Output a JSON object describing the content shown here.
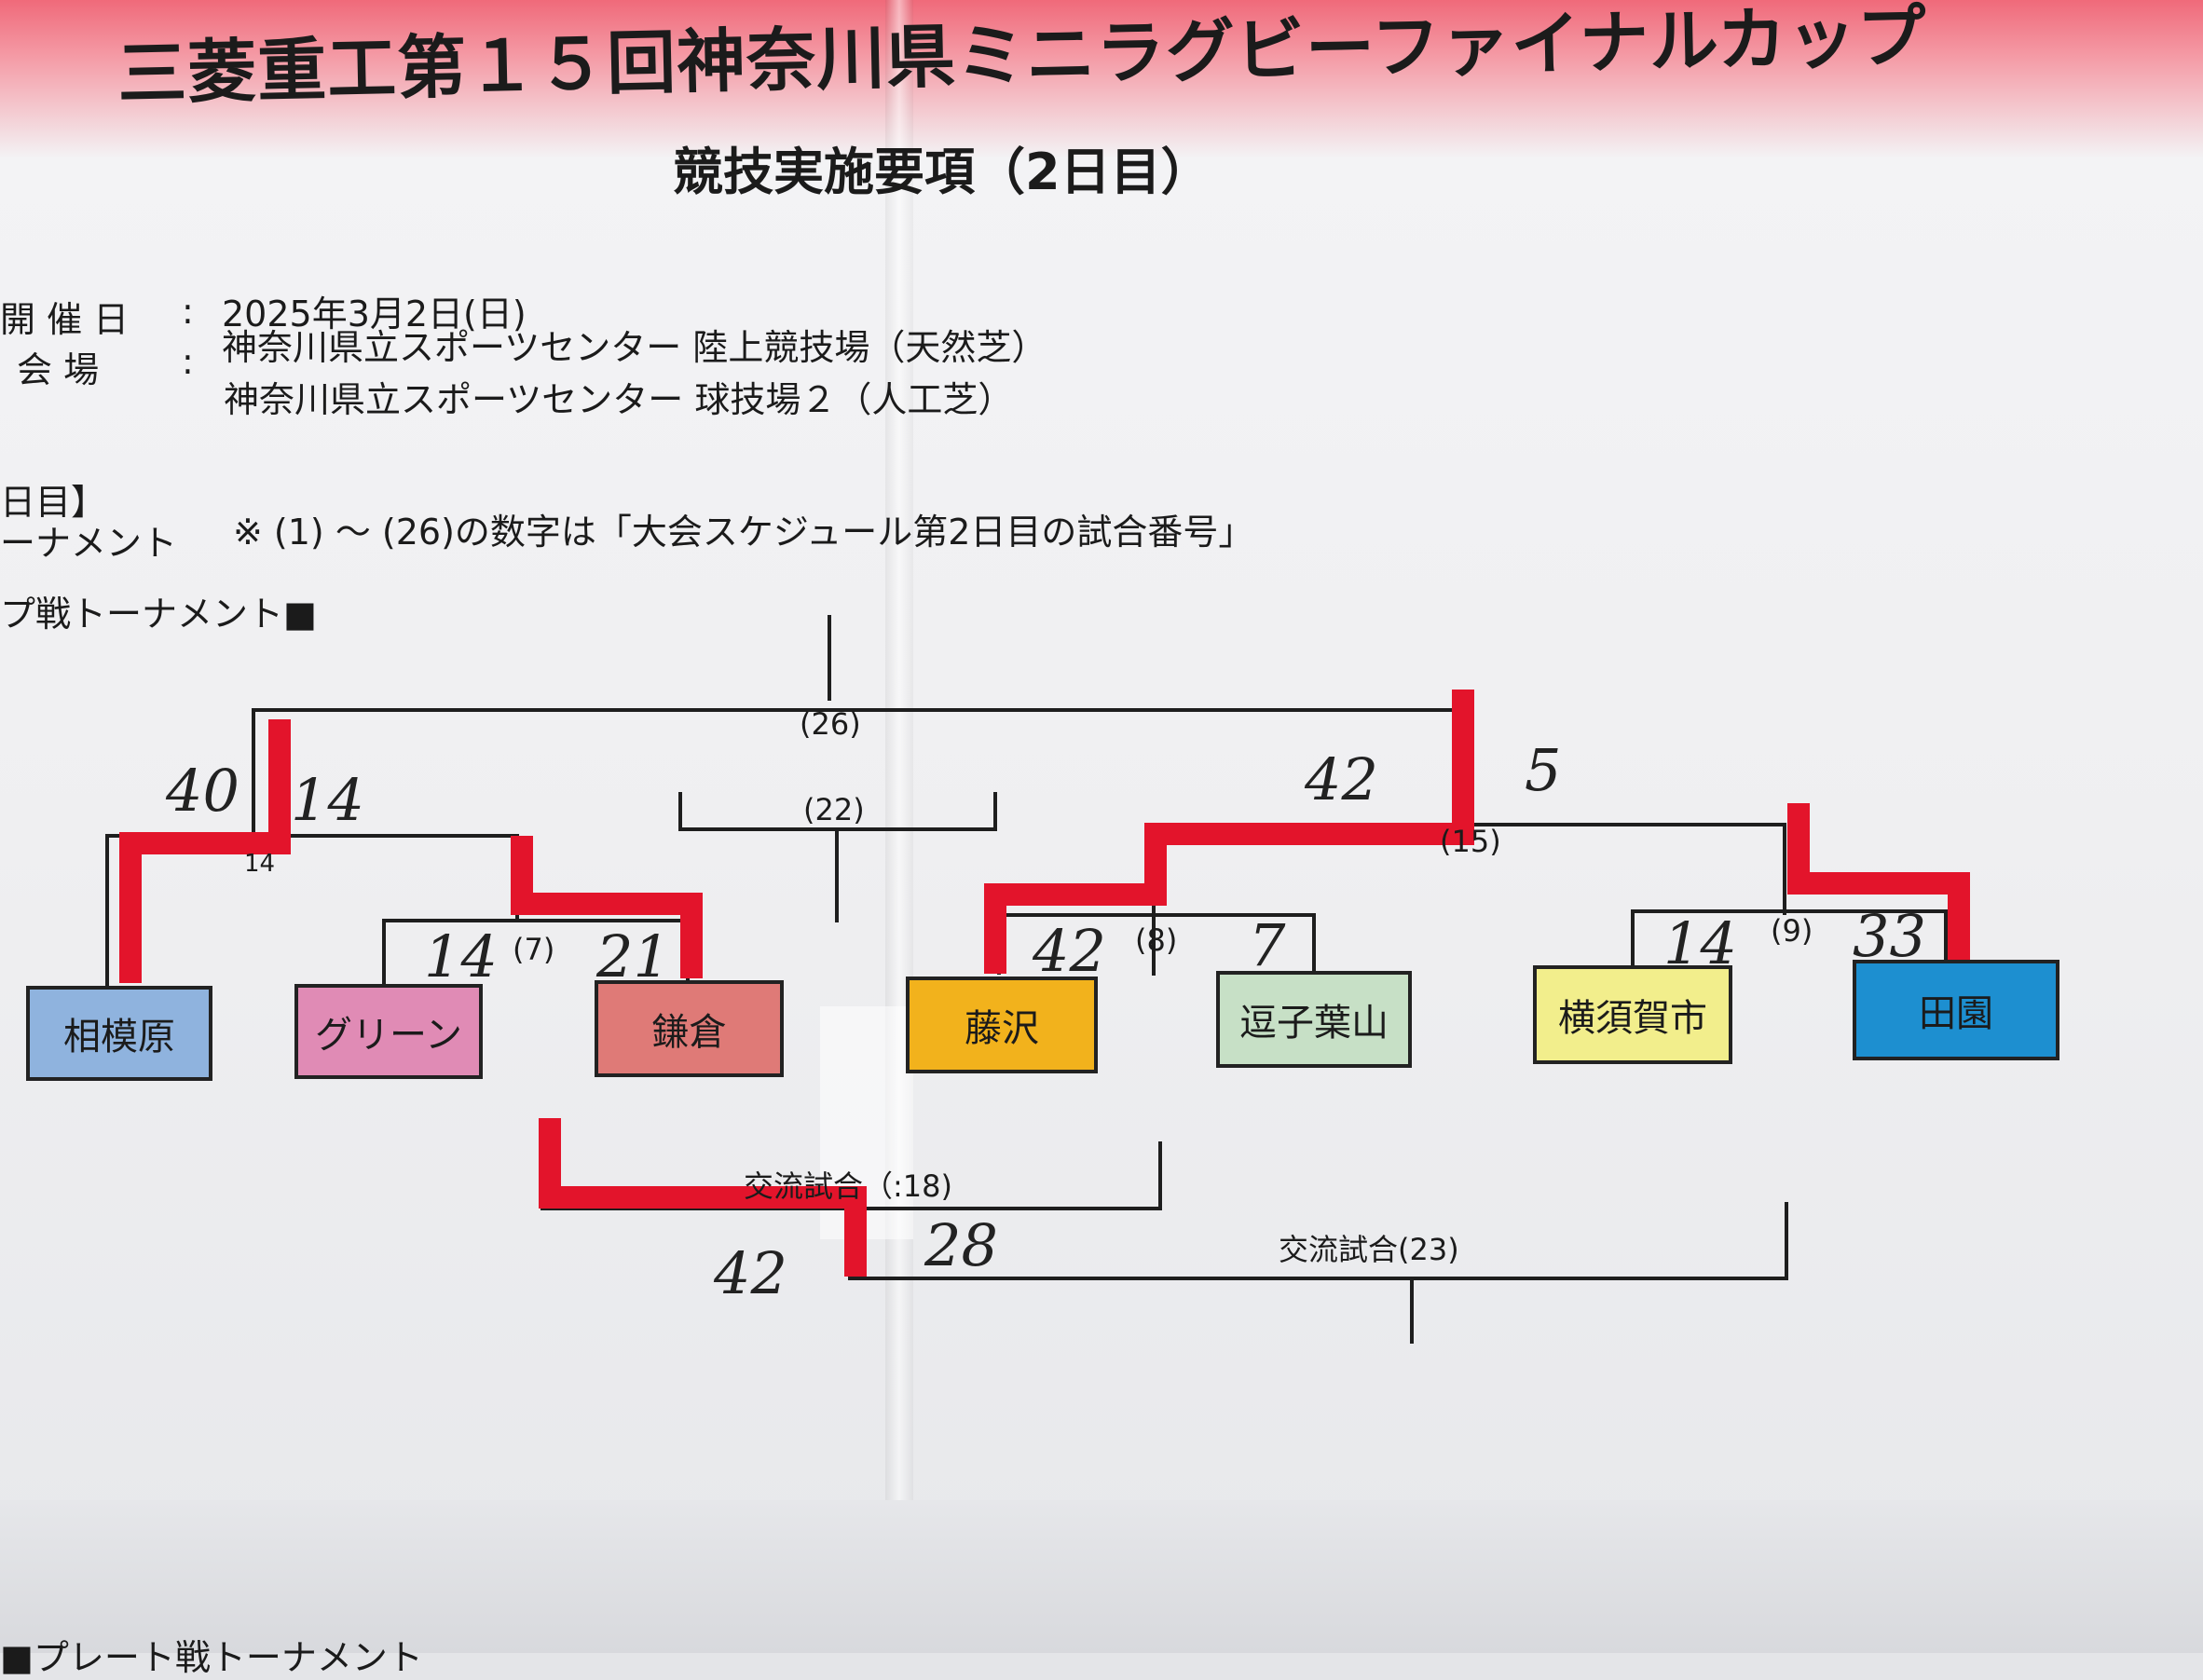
{
  "header": {
    "title": "三菱重工第１５回神奈川県ミニラグビーファイナルカップ",
    "subtitle": "競技実施要項（2日目）"
  },
  "info": {
    "date_label": "開 催 日",
    "date_value": "2025年3月2日(日)",
    "venue_label": "会 場",
    "venue_1": "神奈川県立スポーツセンター 陸上競技場（天然芝）",
    "venue_2": "神奈川県立スポーツセンター 球技場２（人工芝）",
    "colon": ":"
  },
  "section": {
    "day_label": "日目】",
    "tournament_label": "ーナメント",
    "note": "※ (1) ～ (26)の数字は「大会スケジュール第2日目の試合番号」",
    "cup_label": "プ戦トーナメント■",
    "plate_label": "■プレート戦トーナメント"
  },
  "bracket": {
    "teams": [
      {
        "name": "相模原",
        "color": "#8fb3de"
      },
      {
        "name": "グリーン",
        "color": "#e08bb5"
      },
      {
        "name": "鎌倉",
        "color": "#df7a77"
      },
      {
        "name": "藤沢",
        "color": "#f2b21c"
      },
      {
        "name": "逗子葉山",
        "color": "#c7e0c6"
      },
      {
        "name": "横須賀市",
        "color": "#f2ee8c"
      },
      {
        "name": "田園",
        "color": "#1d8fd0"
      }
    ],
    "match_numbers": {
      "m26": "(26)",
      "m22": "(22)",
      "m15": "(15)",
      "m7": "(7)",
      "m8": "(8)",
      "m9": "(9)",
      "m18": "交流試合（:18)",
      "m23": "交流試合(23)",
      "small14": "14"
    },
    "scores": {
      "final_left": "40",
      "final_left2": "14",
      "final_right": "42",
      "final_right2": "5",
      "m7_left": "14",
      "m7_right": "21",
      "m8_left": "42",
      "m8_right": "7",
      "m9_left": "14",
      "m9_right": "33",
      "ex_left": "42",
      "ex_right": "28"
    },
    "highlight_color": "#e3142b"
  }
}
